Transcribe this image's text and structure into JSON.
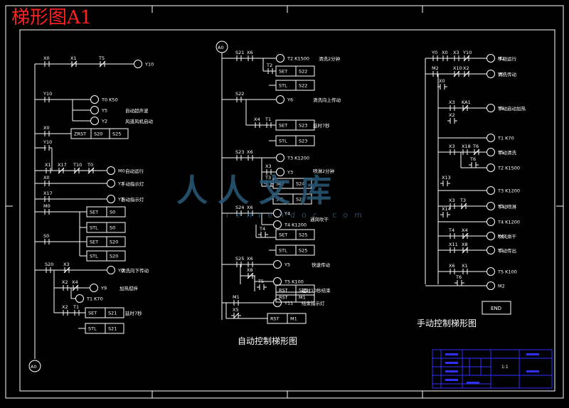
{
  "title": "梯形图A1",
  "caption_auto": "自动控制梯形图",
  "caption_manual": "手动控制梯形图",
  "watermark": {
    "text": "人人文库",
    "url": "renrendoc.com"
  },
  "colors": {
    "background": "#000000",
    "lines": "#ffffff",
    "title": "#ff2020",
    "title_block": "#3030ff",
    "watermark": "#2a5a78"
  },
  "title_block": {
    "cells": [
      "1:1"
    ]
  },
  "rungs": [
    {
      "contacts": [
        "X0",
        "X1",
        "T5"
      ],
      "coil": "Y10",
      "desc": ""
    },
    {
      "contacts": [
        "Y10"
      ],
      "coil": "T0 K50",
      "desc": ""
    },
    {
      "contacts": [],
      "coil": "Y5",
      "desc": "自动超声波"
    },
    {
      "contacts": [],
      "coil": "Y2",
      "desc": "风道风机启动"
    },
    {
      "contacts": [
        "X0"
      ],
      "coil": "ZRST S20 S25",
      "desc": ""
    },
    {
      "contacts": [
        "Y10",
        "X1",
        "X17",
        "T10",
        "T0"
      ],
      "coil": "M0",
      "desc": "自动运行"
    },
    {
      "contacts": [
        "X0"
      ],
      "coil": "Y7",
      "desc": "手动指示灯"
    },
    {
      "contacts": [
        "X17"
      ],
      "coil": "Y3",
      "desc": "自动指示灯"
    },
    {
      "contacts": [
        "M0"
      ],
      "coil": "SET S0 / STL S0 / SET S20 / STL S20",
      "desc": ""
    },
    {
      "contacts": [
        "S0"
      ],
      "coil": "",
      "desc": ""
    },
    {
      "contacts": [
        "S20",
        "X3"
      ],
      "coil": "Y0",
      "desc": "清洗向下传动"
    },
    {
      "contacts": [
        "X2",
        "X4"
      ],
      "coil": "Y9",
      "desc": "加热搅拌"
    },
    {
      "contacts": [],
      "coil": "T1 K70",
      "desc": ""
    },
    {
      "contacts": [
        "X2",
        "T1"
      ],
      "coil": "SET S21",
      "desc": "延时7秒"
    },
    {
      "contacts": [],
      "coil": "STL S21",
      "desc": ""
    },
    {
      "contacts": [
        "S21",
        "X6"
      ],
      "coil": "T2 K1500",
      "desc": "清洗2分钟"
    },
    {
      "contacts": [
        "T2"
      ],
      "coil": "SET S22",
      "desc": ""
    },
    {
      "contacts": [],
      "coil": "STL S22",
      "desc": ""
    },
    {
      "contacts": [
        "S22"
      ],
      "coil": "Y6",
      "desc": "清洗向上传动"
    },
    {
      "contacts": [
        "X4",
        "T1"
      ],
      "coil": "SET S23",
      "desc": "延时7秒"
    },
    {
      "contacts": [],
      "coil": "STL S23",
      "desc": ""
    },
    {
      "contacts": [
        "S23",
        "X6"
      ],
      "coil": "T3 K1200",
      "desc": ""
    },
    {
      "contacts": [
        "X3"
      ],
      "coil": "Y3",
      "desc": "喷淋2分钟"
    },
    {
      "contacts": [
        "T3"
      ],
      "coil": "SET S24",
      "desc": ""
    },
    {
      "contacts": [],
      "coil": "STL S24",
      "desc": ""
    },
    {
      "contacts": [
        "S24",
        "X6"
      ],
      "coil": "Y4",
      "desc": "通风吹干"
    },
    {
      "contacts": [],
      "coil": "T4 K1200",
      "desc": ""
    },
    {
      "contacts": [
        "T4"
      ],
      "coil": "SET S25",
      "desc": ""
    },
    {
      "contacts": [],
      "coil": "STL S25",
      "desc": ""
    },
    {
      "contacts": [
        "S25",
        "X6",
        "X8"
      ],
      "coil": "Y5",
      "desc": "快速传动"
    },
    {
      "contacts": [
        "T5"
      ],
      "coil": "T5 K100",
      "desc": ""
    },
    {
      "contacts": [],
      "coil": "RST S25",
      "desc": "延时10秒结束"
    },
    {
      "contacts": [],
      "coil": "RST M1",
      "desc": ""
    },
    {
      "contacts": [
        "M1"
      ],
      "coil": "Y11",
      "desc": "结束指示灯"
    },
    {
      "contacts": [
        "X5"
      ],
      "coil": "RST M1",
      "desc": ""
    },
    {
      "contacts": [
        "Y0",
        "X0",
        "X3",
        "Y10"
      ],
      "coil": "M2",
      "desc": "手动运行"
    },
    {
      "contacts": [
        "M2",
        "X10",
        "X2"
      ],
      "coil": "Y0",
      "desc": "清洗传动"
    },
    {
      "contacts": [
        "X0"
      ],
      "coil": "",
      "desc": ""
    },
    {
      "contacts": [
        "X3",
        "X2",
        "KA1"
      ],
      "coil": "Y9",
      "desc": "手动启动加热"
    },
    {
      "contacts": [
        "X2"
      ],
      "coil": "T1 K70",
      "desc": ""
    },
    {
      "contacts": [
        "X3",
        "X18",
        "T6"
      ],
      "coil": "Y5",
      "desc": "手动清洗"
    },
    {
      "contacts": [
        "T6"
      ],
      "coil": "T2 K1500",
      "desc": ""
    },
    {
      "contacts": [
        "X13"
      ],
      "coil": "T3 K1200",
      "desc": ""
    },
    {
      "contacts": [
        "X3",
        "T3"
      ],
      "coil": "Y3",
      "desc": "手动喷淋"
    },
    {
      "contacts": [
        "X14"
      ],
      "coil": "T4 K1200",
      "desc": ""
    },
    {
      "contacts": [
        "T4",
        "X4"
      ],
      "coil": "Y4",
      "desc": "吹风烘干"
    },
    {
      "contacts": [
        "X11",
        "X8"
      ],
      "coil": "Y1",
      "desc": "手动传出"
    },
    {
      "contacts": [
        "X6",
        "X1"
      ],
      "coil": "T5 K100",
      "desc": ""
    },
    {
      "contacts": [
        "T6"
      ],
      "coil": "M2",
      "desc": ""
    },
    {
      "contacts": [],
      "coil": "END",
      "desc": ""
    }
  ],
  "connectors": {
    "top": "A0",
    "bottom": "A0"
  }
}
